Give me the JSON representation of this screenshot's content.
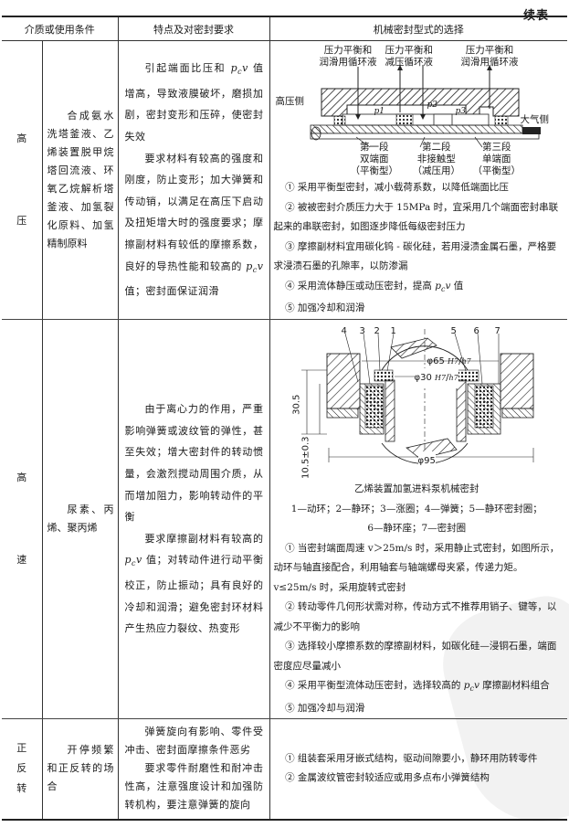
{
  "page": {
    "continued_label": "续表"
  },
  "table": {
    "headers": [
      "介质或使用条件",
      "特点及对密封要求",
      "机械密封型式的选择"
    ],
    "rows": [
      {
        "condition_chars": [
          "高",
          "压"
        ],
        "medium": "合成氨水洗塔釜液、乙烯装置脱甲烷塔回流液、环氧乙烷解析塔釜液、加氢裂化原料、加氢精制原料",
        "features": [
          "引起端面比压和 pcv 值增高，导致液膜破坏，磨损加剧，密封变形和压碎，使密封失效",
          "要求材料有较高的强度和刚度，防止变形；加大弹簧和传动销，以满足在高压下启动及扭矩增大时的强度要求；摩擦副材料有较低的摩擦系数，良好的导热性能和较高的 pcv 值；密封面保证润滑"
        ],
        "figure": {
          "labels": {
            "top_left": [
              "压力平衡和",
              "润滑用循环液"
            ],
            "top_mid": [
              "压力平衡和",
              "减压循环液"
            ],
            "top_right": [
              "压力平衡和",
              "润滑用循环液"
            ],
            "left_side": "高压侧",
            "right_side": "大气侧",
            "p1": "p1",
            "p2": "p2",
            "p3": "p3",
            "stage1": [
              "第一段",
              "双端面",
              "（平衡型）"
            ],
            "stage2": [
              "第二段",
              "非接触型",
              "（减压用）"
            ],
            "stage3": [
              "第三段",
              "单端面",
              "（平衡型）"
            ]
          }
        },
        "selection": [
          "① 采用平衡型密封，减小载荷系数，以降低端面比压",
          "② 被被密封介质压力大于 15MPa 时，宜采用几个端面密封串联起来的串联密封，如图逐步降低每级密封压力",
          "③ 摩擦副材料宜用碳化钨 - 碳化硅，若用浸渍金属石墨，严格要求浸渍石墨的孔隙率，以防渗漏",
          "④ 采用流体静压或动压密封，提高 pcv 值",
          "⑤ 加强冷却和润滑"
        ]
      },
      {
        "condition_chars": [
          "高",
          "速"
        ],
        "medium": "尿素、丙烯、聚丙烯",
        "features": [
          "由于离心力的作用，严重影响弹簧或波纹管的弹性，甚至失效；增大密封件的转动惯量，会激烈搅动周围介质，从而增加阻力，影响转动件的平衡",
          "要求摩擦副材料有较高的 pcv 值；对转动件进行动平衡校正，防止振动；具有良好的冷却和润滑；避免密封环材料产生热应力裂纹、热变形"
        ],
        "figure": {
          "part_numbers": [
            "4",
            "3",
            "2",
            "1",
            "5",
            "6",
            "7"
          ],
          "dims": {
            "d65": "φ65",
            "d65_fit_top": "H7",
            "d65_fit_bottom": "h7",
            "d30": "φ30",
            "d30_fit_top": "H7",
            "d30_fit_bottom": "h7",
            "d95": "φ95",
            "h305": "30.5",
            "h105": "10.5±0.3"
          },
          "caption": "乙烯装置加氢进料泵机械密封",
          "legend": [
            "1—动环；2—静环；3—涨圈；4—弹簧；5—静环密封圈；",
            "6—静环座；7—密封圈"
          ]
        },
        "selection": [
          "① 当密封端面周速 v＞25m/s 时，采用静止式密封，如图所示，动环与轴直接配合，利用轴套与轴端螺母夹紧，传递力矩。v≤25m/s 时，采用旋转式密封",
          "② 转动零件几何形状需对称，传动方式不推荐用销子、键等，以减少不平衡力的影响",
          "③ 选择较小摩擦系数的摩擦副材料，如碳化硅—浸铜石墨，端面密度应尽量减小",
          "④ 采用平衡型流体动压密封，选择较高的 pcv 摩擦副材料组合",
          "⑤ 加强冷却与润滑"
        ]
      },
      {
        "condition_chars": [
          "正",
          "反",
          "转"
        ],
        "medium": "开停频繁和正反转的场合",
        "features": [
          "弹簧旋向有影响、零件受冲击、密封面摩擦条件恶劣",
          "要求零件耐磨性和耐冲击性高，注意强度设计和加强防转机构，要注意弹簧的旋向"
        ],
        "selection": [
          "① 组装套采用牙嵌式结构，驱动间隙要小，静环用防转零件",
          "② 金属波纹管密封较适应或用多点布小弹簧结构"
        ]
      }
    ]
  }
}
